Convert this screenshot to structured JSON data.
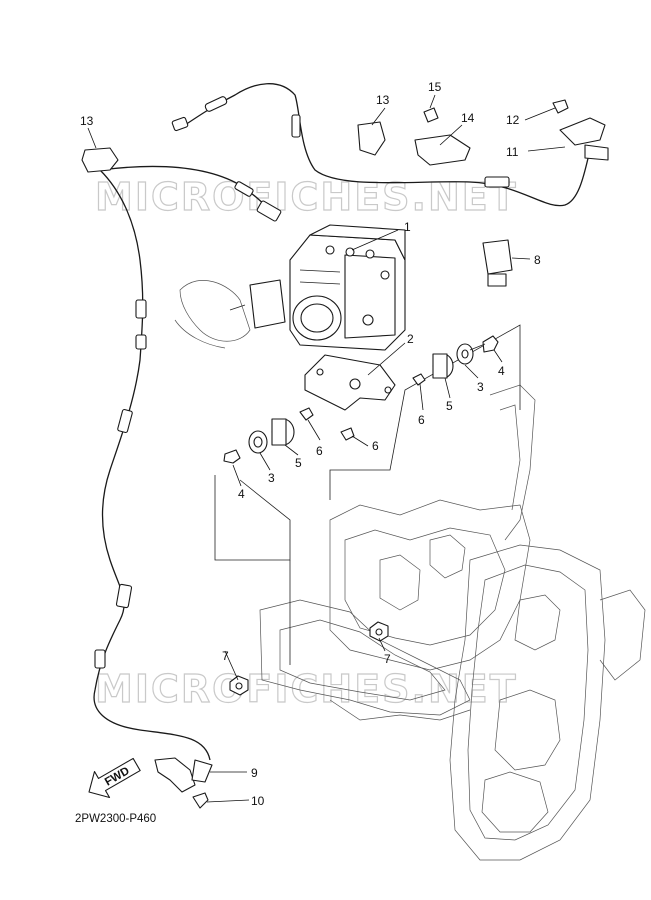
{
  "watermark": "MICROFICHES.NET",
  "diagram_code": "2PW2300-P460",
  "fwd_label": "FWD",
  "callouts": [
    {
      "id": "c1",
      "label": "1"
    },
    {
      "id": "c2",
      "label": "2"
    },
    {
      "id": "c3a",
      "label": "3"
    },
    {
      "id": "c3b",
      "label": "3"
    },
    {
      "id": "c4a",
      "label": "4"
    },
    {
      "id": "c4b",
      "label": "4"
    },
    {
      "id": "c5a",
      "label": "5"
    },
    {
      "id": "c5b",
      "label": "5"
    },
    {
      "id": "c6a",
      "label": "6"
    },
    {
      "id": "c6b",
      "label": "6"
    },
    {
      "id": "c6c",
      "label": "6"
    },
    {
      "id": "c7a",
      "label": "7"
    },
    {
      "id": "c7b",
      "label": "7"
    },
    {
      "id": "c8",
      "label": "8"
    },
    {
      "id": "c9",
      "label": "9"
    },
    {
      "id": "c10",
      "label": "10"
    },
    {
      "id": "c11",
      "label": "11"
    },
    {
      "id": "c12",
      "label": "12"
    },
    {
      "id": "c13a",
      "label": "13"
    },
    {
      "id": "c13b",
      "label": "13"
    },
    {
      "id": "c14",
      "label": "14"
    },
    {
      "id": "c15",
      "label": "15"
    }
  ]
}
